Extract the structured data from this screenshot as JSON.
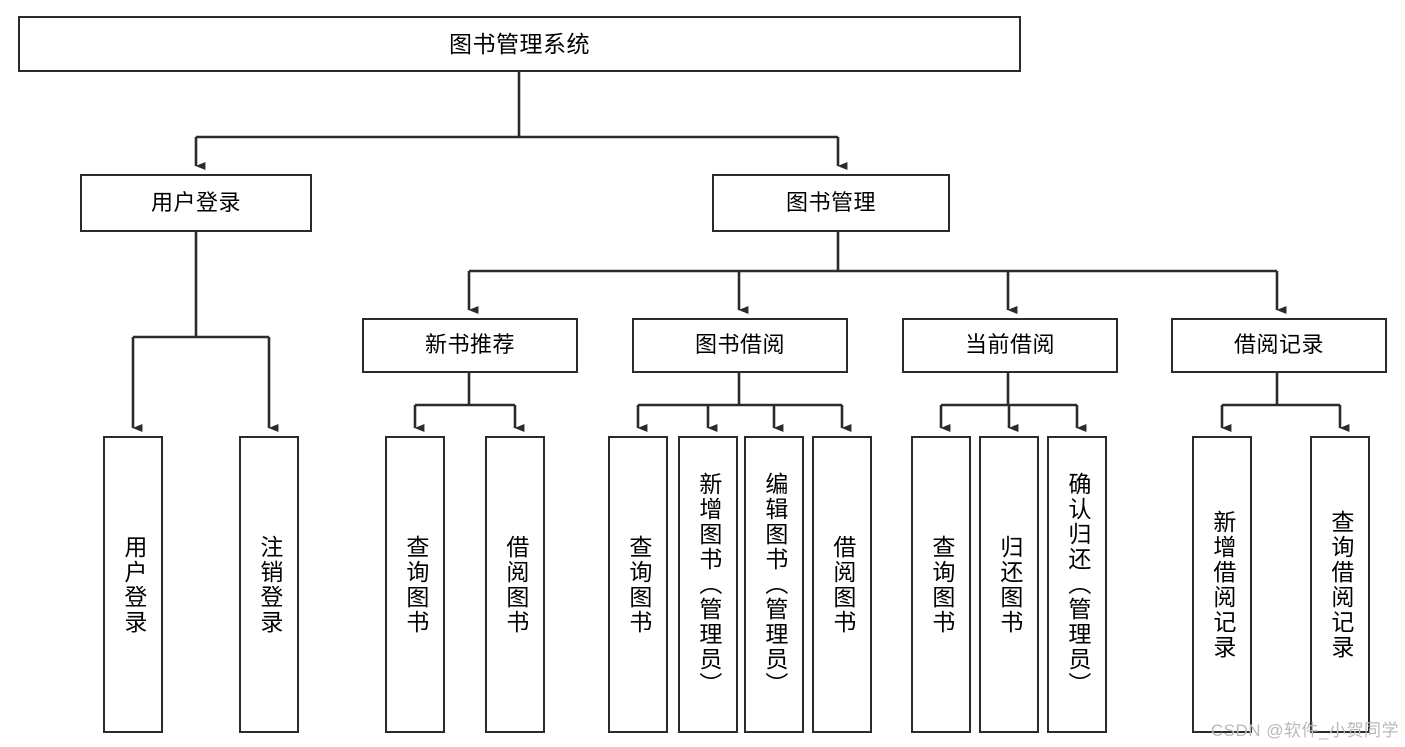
{
  "diagram": {
    "title": "图书管理系统",
    "type": "tree",
    "watermark": "CSDN @软件_小贺同学",
    "colors": {
      "box_border": "#2b2b2b",
      "box_fill": "#ffffff",
      "edge": "#2b2b2b",
      "text": "#000000",
      "watermark": "#b9b9b9",
      "background": "#ffffff"
    },
    "nodes": {
      "root": {
        "label": "图书管理系统"
      },
      "level2": [
        {
          "id": "login",
          "label": "用户登录"
        },
        {
          "id": "bookmgmt",
          "label": "图书管理"
        }
      ],
      "level3": [
        {
          "id": "newbook",
          "label": "新书推荐"
        },
        {
          "id": "borrow",
          "label": "图书借阅"
        },
        {
          "id": "current",
          "label": "当前借阅"
        },
        {
          "id": "records",
          "label": "借阅记录"
        }
      ],
      "leaves": {
        "login": [
          {
            "id": "user-login",
            "label": "用户登录"
          },
          {
            "id": "user-logout",
            "label": "注销登录"
          }
        ],
        "newbook": [
          {
            "id": "query-book-1",
            "label": "查询图书"
          },
          {
            "id": "borrow-book-1",
            "label": "借阅图书"
          }
        ],
        "borrow": [
          {
            "id": "query-book-2",
            "label": "查询图书"
          },
          {
            "id": "add-book",
            "label": "新增图书（管理员）"
          },
          {
            "id": "edit-book",
            "label": "编辑图书（管理员）"
          },
          {
            "id": "borrow-book-2",
            "label": "借阅图书"
          }
        ],
        "current": [
          {
            "id": "query-book-3",
            "label": "查询图书"
          },
          {
            "id": "return-book",
            "label": "归还图书"
          },
          {
            "id": "confirm-return",
            "label": "确认归还（管理员）"
          }
        ],
        "records": [
          {
            "id": "add-record",
            "label": "新增借阅记录"
          },
          {
            "id": "query-record",
            "label": "查询借阅记录"
          }
        ]
      }
    }
  }
}
